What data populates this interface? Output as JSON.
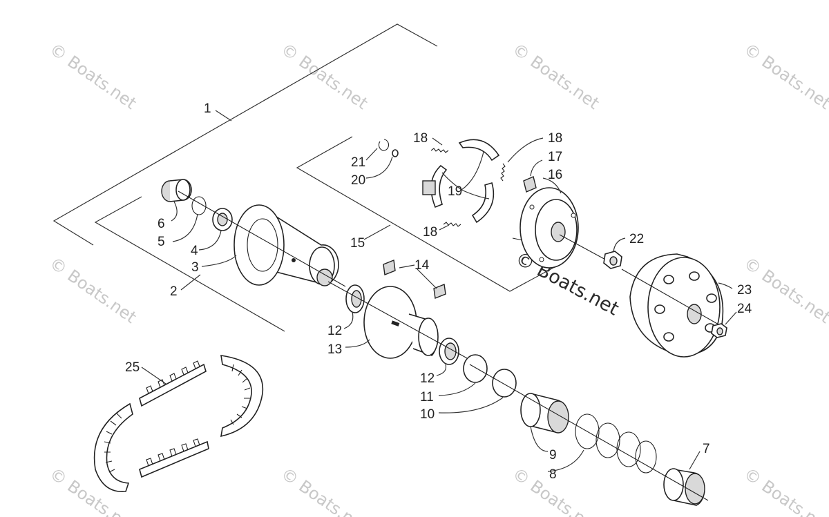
{
  "watermark": {
    "text": "© Boats.net",
    "main_text": "© Boats.net"
  },
  "callouts": {
    "c1": "1",
    "c2": "2",
    "c3": "3",
    "c4": "4",
    "c5": "5",
    "c6": "6",
    "c7": "7",
    "c8": "8",
    "c9": "9",
    "c10": "10",
    "c11": "11",
    "c12a": "12",
    "c12b": "12",
    "c13": "13",
    "c14": "14",
    "c15": "15",
    "c16": "16",
    "c17": "17",
    "c18a": "18",
    "c18b": "18",
    "c18c": "18",
    "c19": "19",
    "c20": "20",
    "c21": "21",
    "c22": "22",
    "c23": "23",
    "c24": "24",
    "c25": "25"
  },
  "colors": {
    "line": "#333333",
    "watermark": "#c8c8c8",
    "shade": "#d9d9d9"
  }
}
